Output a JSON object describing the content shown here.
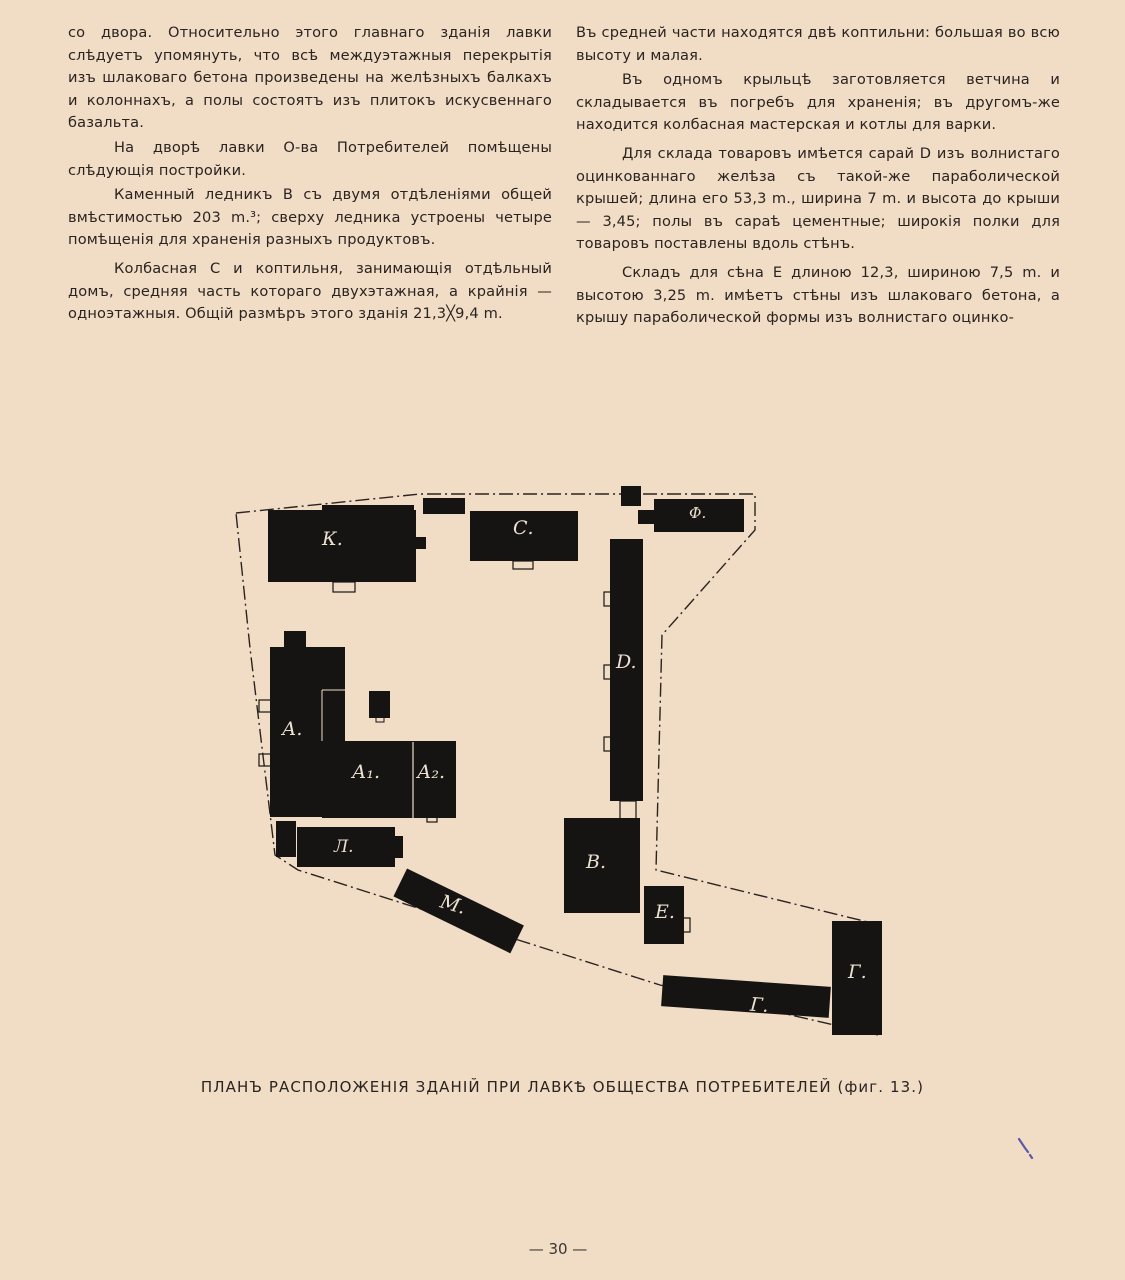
{
  "text": {
    "left": [
      "со двора. Относительно этого главнаго зданія лавки слѣдуетъ упомянуть, что всѣ междуэтажныя перекрытія изъ шлаковаго бетона произведены на желѣзныхъ балкахъ и колоннахъ, а полы состоятъ изъ плитокъ искусвеннаго базальта.",
      "На дворѣ лавки О-ва Потребителей помѣщены слѣдующія постройки.",
      "Каменный ледникъ В съ двумя отдѣленіями общей вмѣстимостью 203 m.³; сверху ледника устроены четыре помѣщенія для храненія разныхъ продуктовъ.",
      "Колбасная С и коптильня, занимающія отдѣльный домъ, средняя часть котораго двухэтажная, а крайнія — одноэтажныя. Общій размѣръ этого зданія 21,3╳9,4 m."
    ],
    "right": [
      "Въ средней части находятся двѣ коптильни: большая во всю высоту и малая.",
      "Въ одномъ крыльцѣ заготовляется ветчина и складывается въ погребъ для храненія; въ другомъ-же находится колбасная мастерская и котлы для варки.",
      "Для склада товаровъ имѣется сарай D изъ волнистаго оцинкованнаго желѣза съ такой-же параболической крышей; длина его 53,3 m., ширина 7 m. и высота до крыши — 3,45; полы въ сараѣ цементные; широкія полки для товаровъ поставлены вдоль стѣнъ.",
      "Складъ для сѣна E длиною 12,3, шириною 7,5 m. и высотою 3,25 m. имѣетъ стѣны изъ шлаковаго бетона, а крышу параболической формы изъ волнистаго оцинко-"
    ]
  },
  "plan": {
    "labels": {
      "K": "К.",
      "C": "С.",
      "F": "Ф.",
      "D": "D.",
      "A": "А.",
      "A1": "А₁.",
      "A2": "А₂.",
      "L": "Л.",
      "M": "М.",
      "B": "В.",
      "E": "Е.",
      "G": "Г.",
      "T": "Г."
    },
    "ink_color": "#161412"
  },
  "caption": "ПЛАНЪ РАСПОЛОЖЕНІЯ ЗДАНІЙ ПРИ ЛАВКѢ ОБЩЕСТВА ПОТРЕБИТЕЛЕЙ (фиг. 13.)",
  "page_number": "— 30 —"
}
